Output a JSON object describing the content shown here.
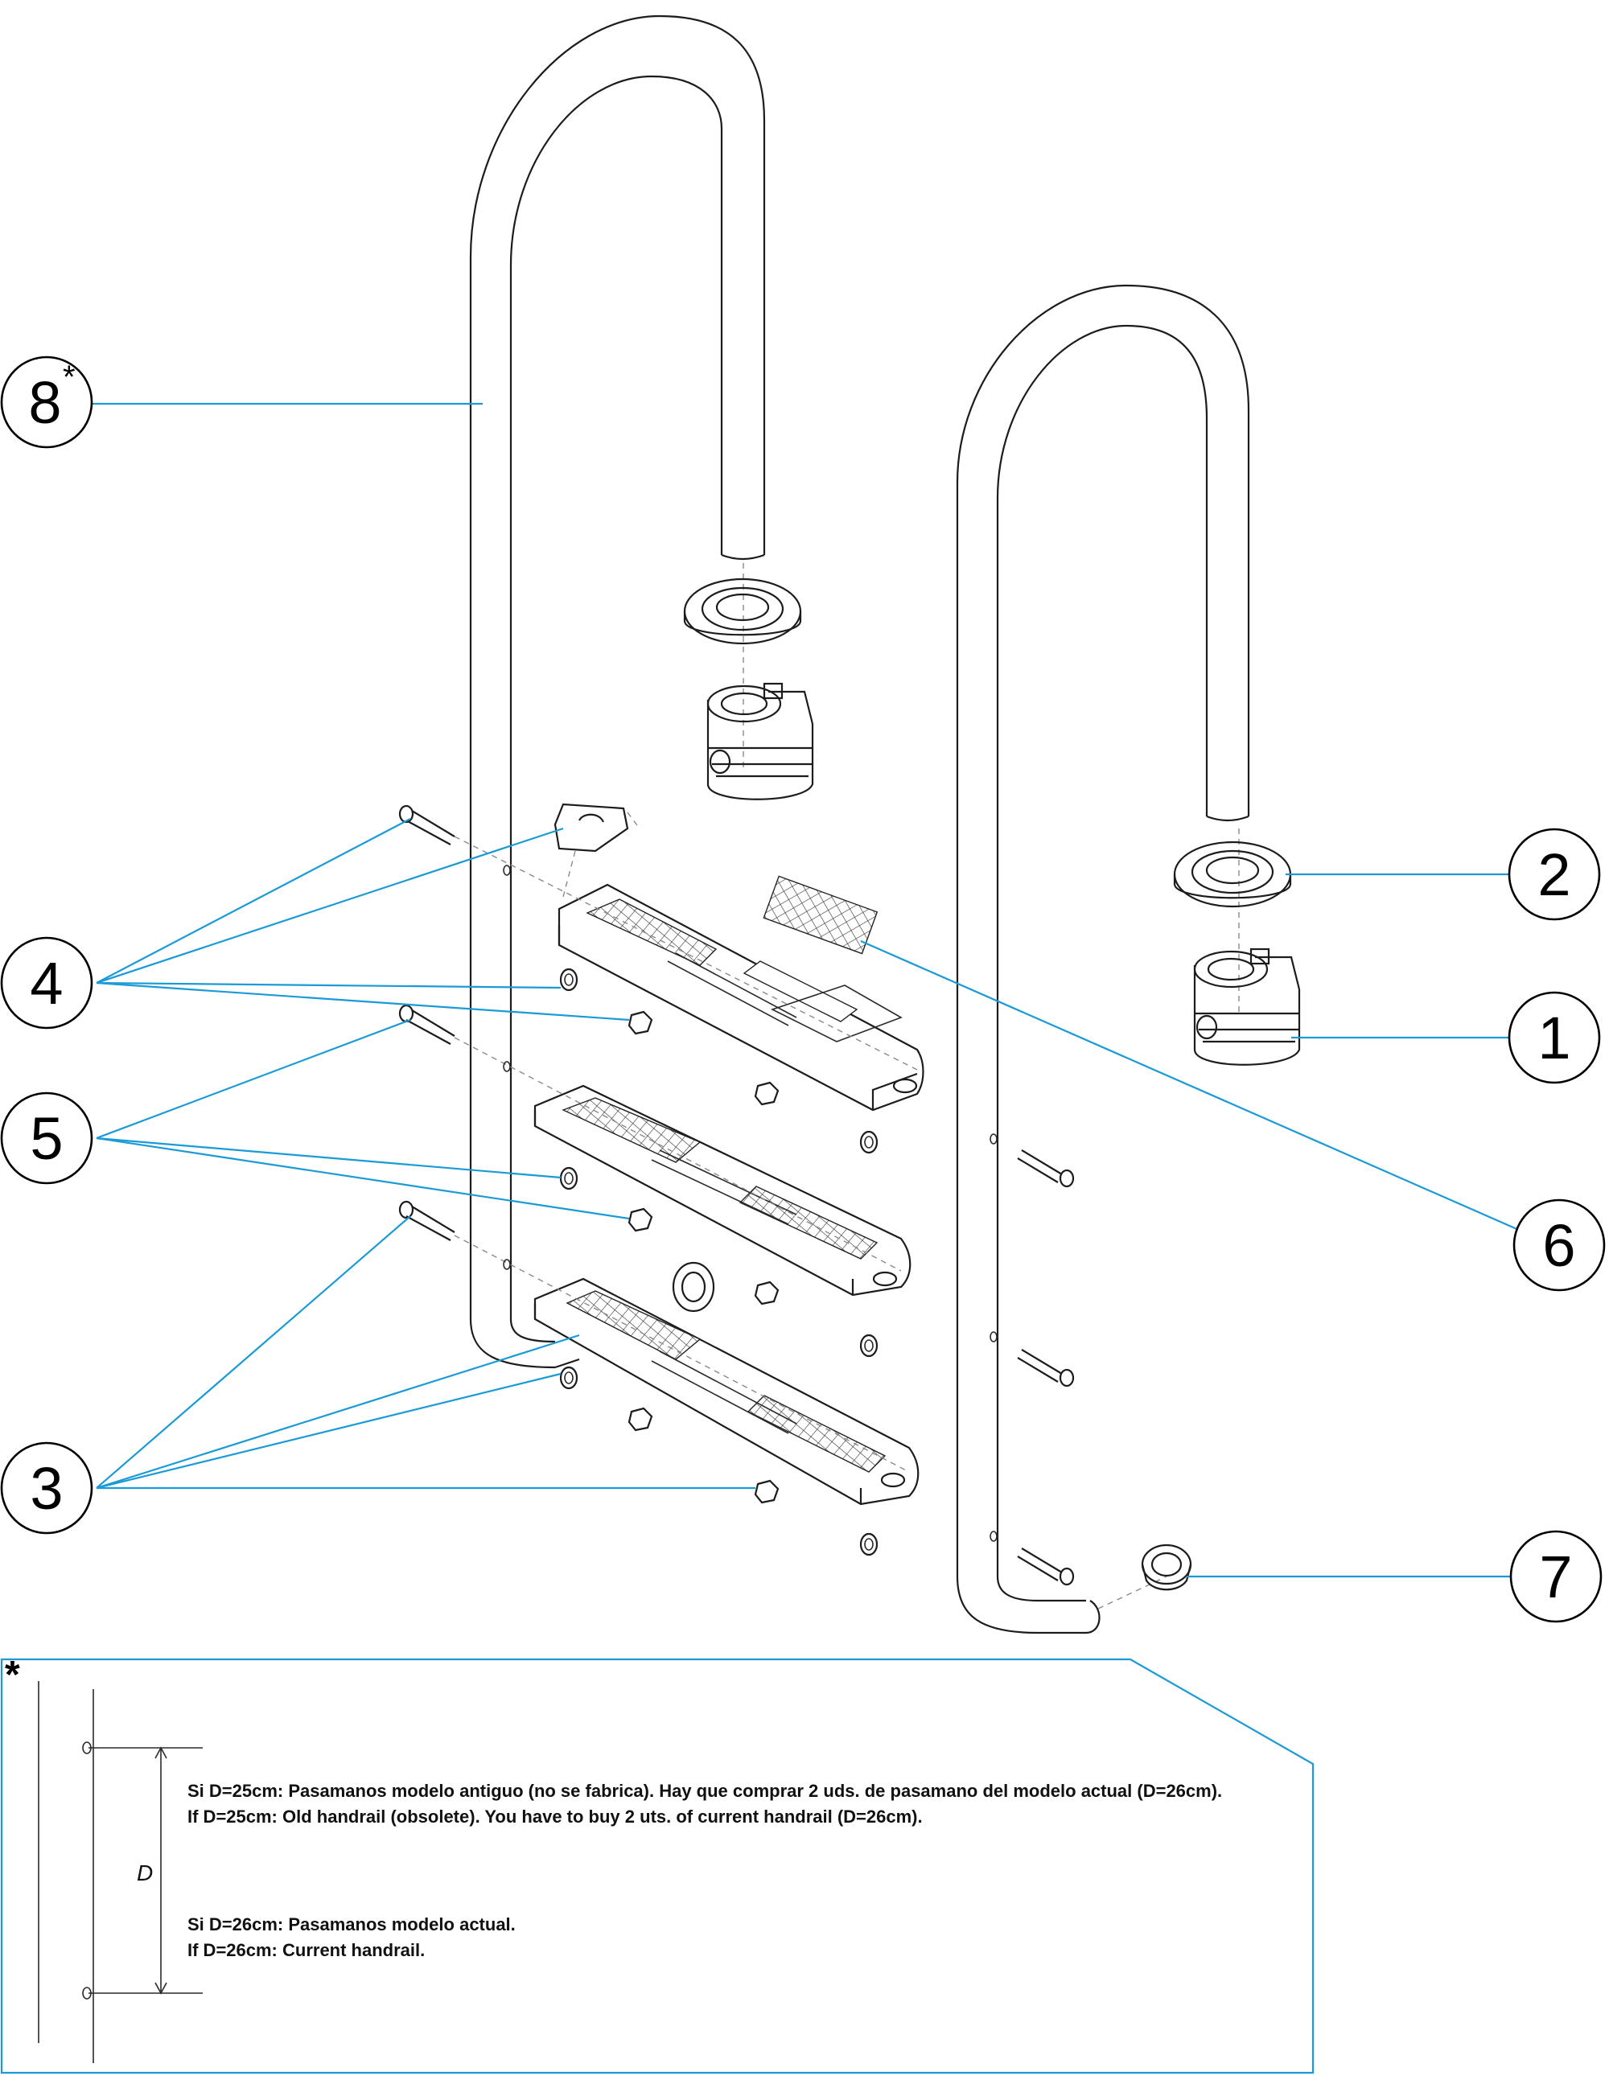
{
  "callouts": [
    {
      "num": "8",
      "sup": "*"
    },
    {
      "num": "4"
    },
    {
      "num": "5"
    },
    {
      "num": "3"
    },
    {
      "num": "2"
    },
    {
      "num": "1"
    },
    {
      "num": "6"
    },
    {
      "num": "7"
    }
  ],
  "note": {
    "asterisk": "*",
    "dimension_label": "D",
    "line1_es": "Si D=25cm: Pasamanos modelo antiguo (no se fabrica). Hay que comprar 2 uds. de pasamano del modelo actual (D=26cm).",
    "line1_en": "If D=25cm: Old handrail (obsolete). You have to buy 2 uts. of current handrail (D=26cm).",
    "line2_es": "Si D=26cm: Pasamanos modelo actual.",
    "line2_en": "If D=26cm: Current handrail."
  },
  "colors": {
    "leader": "#1a9ad6",
    "line": "#1c1c1c",
    "background": "#ffffff"
  }
}
